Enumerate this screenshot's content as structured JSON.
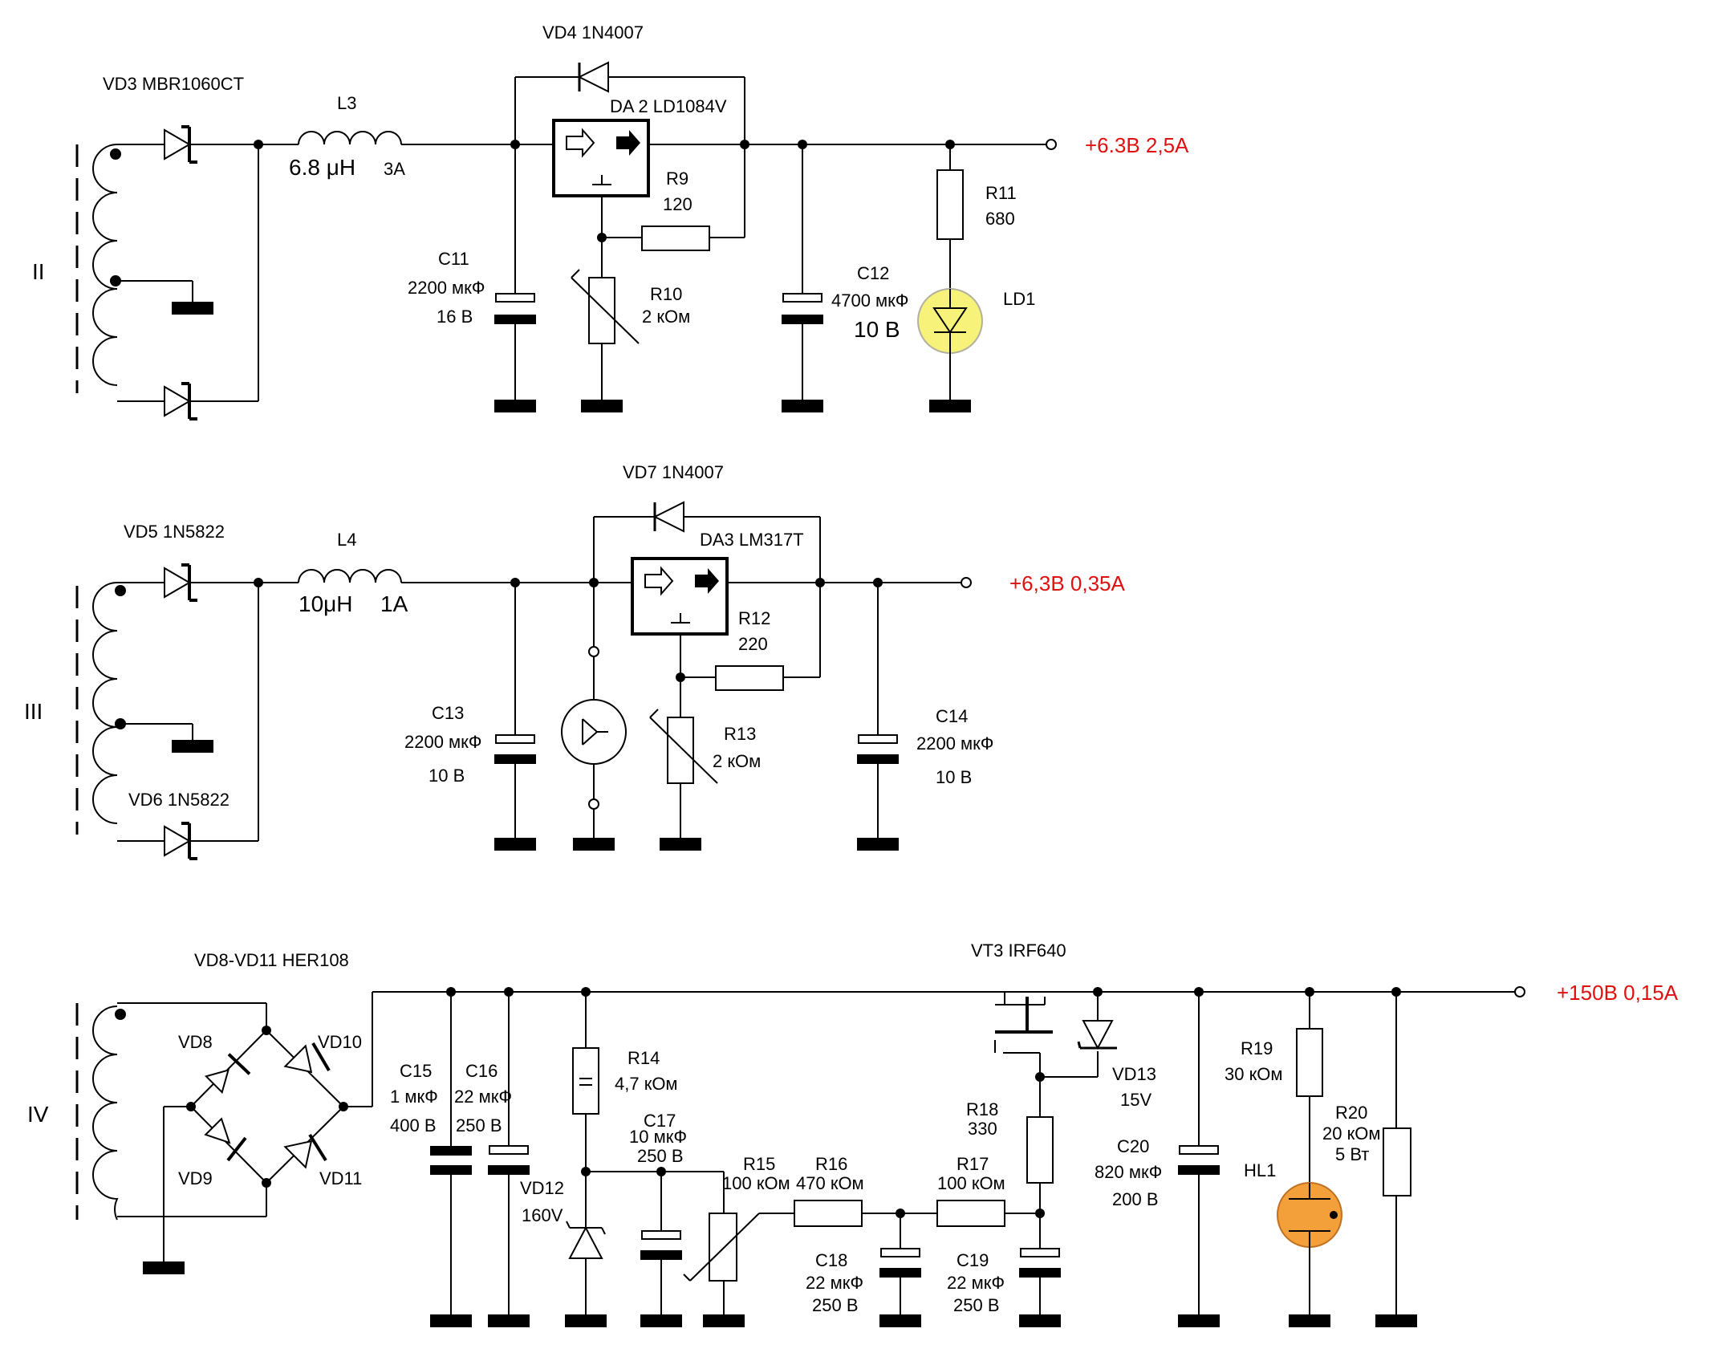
{
  "sections": {
    "II": {
      "winding_label": "II",
      "vd3_label": "VD3  MBR1060CT",
      "l3_label": "L3",
      "l3_value": "6.8 μH",
      "l3_current": "3A",
      "vd4_label": "VD4  1N4007",
      "da2_label": "DA 2  LD1084V",
      "r9_label": "R9",
      "r9_value": "120",
      "r10_label": "R10",
      "r10_value": "2 кОм",
      "c11_label": "C11",
      "c11_value": "2200 мкФ",
      "c11_voltage": "16 В",
      "c12_label": "C12",
      "c12_value": "4700 мкФ",
      "c12_voltage": "10 В",
      "r11_label": "R11",
      "r11_value": "680",
      "ld1_label": "LD1",
      "output": "+6.3В  2,5А"
    },
    "III": {
      "winding_label": "III",
      "vd5_label": "VD5  1N5822",
      "vd6_label": "VD6  1N5822",
      "l4_label": "L4",
      "l4_value": "10μH",
      "l4_current": "1A",
      "vd7_label": "VD7  1N4007",
      "da3_label": "DA3  LM317T",
      "r12_label": "R12",
      "r12_value": "220",
      "r13_label": "R13",
      "r13_value": "2 кОм",
      "c13_label": "C13",
      "c13_value": "2200 мкФ",
      "c13_voltage": "10 В",
      "c14_label": "C14",
      "c14_value": "2200 мкФ",
      "c14_voltage": "10 В",
      "output": "+6,3В  0,35А"
    },
    "IV": {
      "winding_label": "IV",
      "bridge_label": "VD8-VD11 HER108",
      "vd8": "VD8",
      "vd9": "VD9",
      "vd10": "VD10",
      "vd11": "VD11",
      "c15_label": "C15",
      "c15_value": "1 мкФ",
      "c15_voltage": "400 В",
      "c16_label": "C16",
      "c16_value": "22 мкФ",
      "c16_voltage": "250 В",
      "r14_label": "R14",
      "r14_value": "4,7 кОм",
      "vd12_label": "VD12",
      "vd12_value": "160V",
      "c17_label": "C17",
      "c17_value": "10 мкФ",
      "c17_voltage": "250 В",
      "r15_label": "R15",
      "r15_value": "100 кОм",
      "r16_label": "R16",
      "r16_value": "470 кОм",
      "r17_label": "R17",
      "r17_value": "100 кОм",
      "c18_label": "C18",
      "c18_value": "22 мкФ",
      "c18_voltage": "250 В",
      "c19_label": "C19",
      "c19_value": "22 мкФ",
      "c19_voltage": "250 В",
      "vt3_label": "VT3  IRF640",
      "r18_label": "R18",
      "r18_value": "330",
      "vd13_label": "VD13",
      "vd13_value": "15V",
      "c20_label": "C20",
      "c20_value": "820 мкФ",
      "c20_voltage": "200 В",
      "r19_label": "R19",
      "r19_value": "30 кОм",
      "r20_label": "R20",
      "r20_value": "20 кОм",
      "r20_power": "5 Вт",
      "hl1_label": "HL1",
      "output": "+150В  0,15А"
    }
  },
  "colors": {
    "output_text": "#e01010",
    "led_fill": "#f6f27a",
    "lamp_fill": "#f4a03a",
    "wire": "#000000"
  }
}
